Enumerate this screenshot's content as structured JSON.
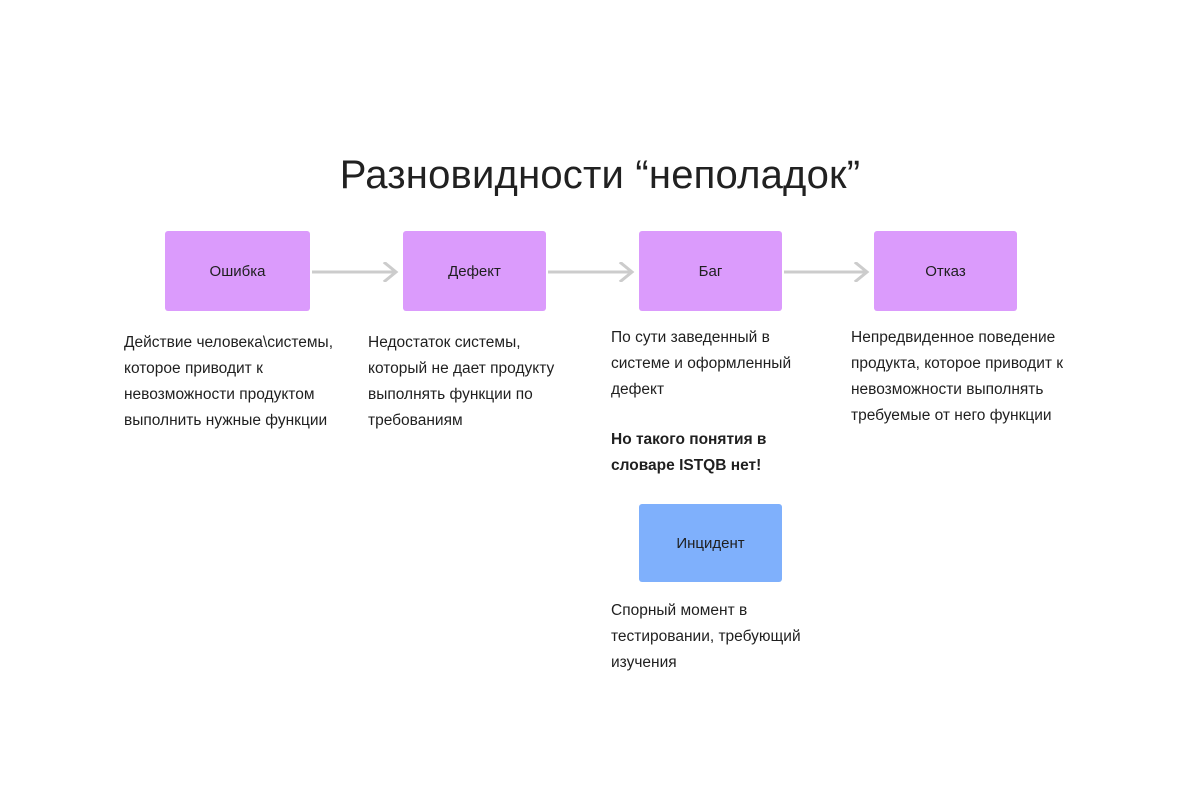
{
  "slide": {
    "title": "Разновидности “неполадок”",
    "background_color": "#ffffff",
    "text_color": "#1f1f1f"
  },
  "colors": {
    "node_purple": "#db9bfc",
    "node_blue": "#7fb0fc",
    "arrow": "#cccccc"
  },
  "flow": {
    "nodes": [
      {
        "id": "error",
        "label": "Ошибка",
        "color": "#db9bfc"
      },
      {
        "id": "defect",
        "label": "Дефект",
        "color": "#db9bfc"
      },
      {
        "id": "bug",
        "label": "Баг",
        "color": "#db9bfc"
      },
      {
        "id": "failure",
        "label": "Отказ",
        "color": "#db9bfc"
      },
      {
        "id": "incident",
        "label": "Инцидент",
        "color": "#7fb0fc"
      }
    ],
    "arrows": [
      {
        "from": "error",
        "to": "defect"
      },
      {
        "from": "defect",
        "to": "bug"
      },
      {
        "from": "bug",
        "to": "failure"
      }
    ]
  },
  "descriptions": {
    "error": {
      "text": "Действие человека\\системы, которое приводит к невозможности продуктом выполнить нужные функции"
    },
    "defect": {
      "text": "Недостаток системы, который не дает продукту выполнять функции по требованиям"
    },
    "bug": {
      "text": "По сути заведенный в системе и оформленный дефект",
      "note": "Но такого понятия в словаре ISTQB нет!"
    },
    "failure": {
      "text": "Непредвиденное поведение продукта, которое приводит к невозможности выполнять требуемые от него функции"
    },
    "incident": {
      "text": "Спорный момент в тестировании, требующий изучения"
    }
  }
}
